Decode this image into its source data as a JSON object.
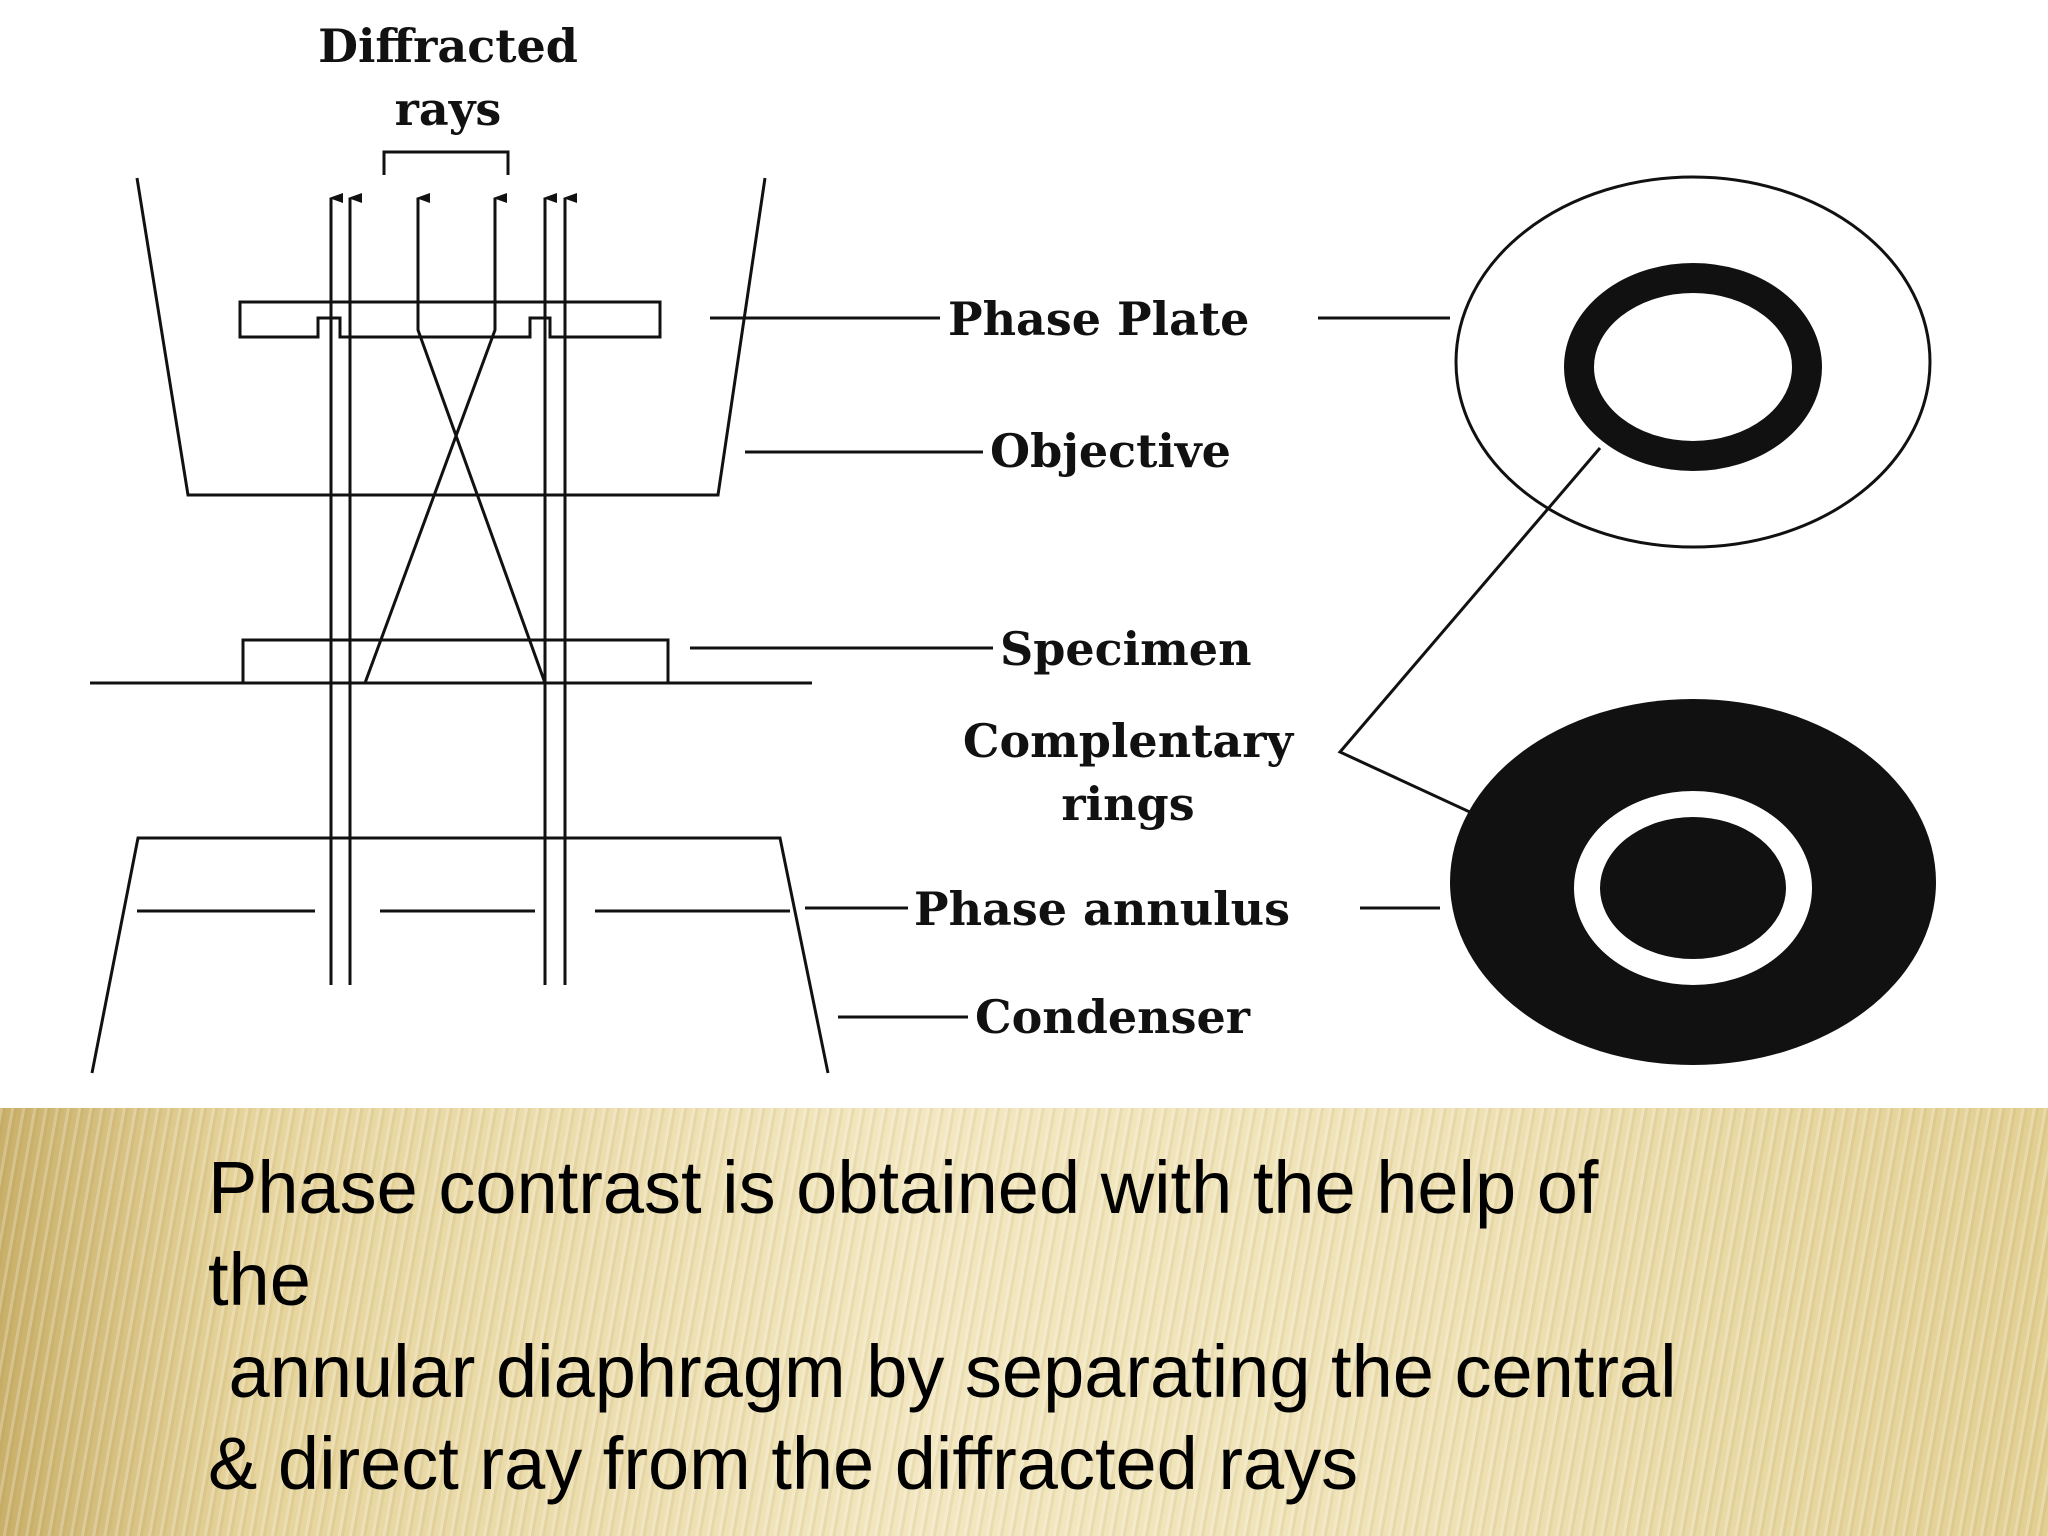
{
  "diagram": {
    "diffracted_label_line1": "Diffracted",
    "diffracted_label_line2": "rays",
    "labels": {
      "phase_plate": "Phase Plate",
      "objective": "Objective",
      "specimen": "Specimen",
      "complementary_line1": "Complentary",
      "complementary_line2": "rings",
      "phase_annulus": "Phase annulus",
      "condenser": "Condenser"
    }
  },
  "caption": {
    "line1": "Phase contrast is obtained with the help of",
    "line2": "the",
    "line3": " annular diaphragm by separating the central",
    "line4": "& direct ray from the diffracted rays"
  },
  "colors": {
    "ink": "#111111",
    "band": "#ecdda8"
  }
}
